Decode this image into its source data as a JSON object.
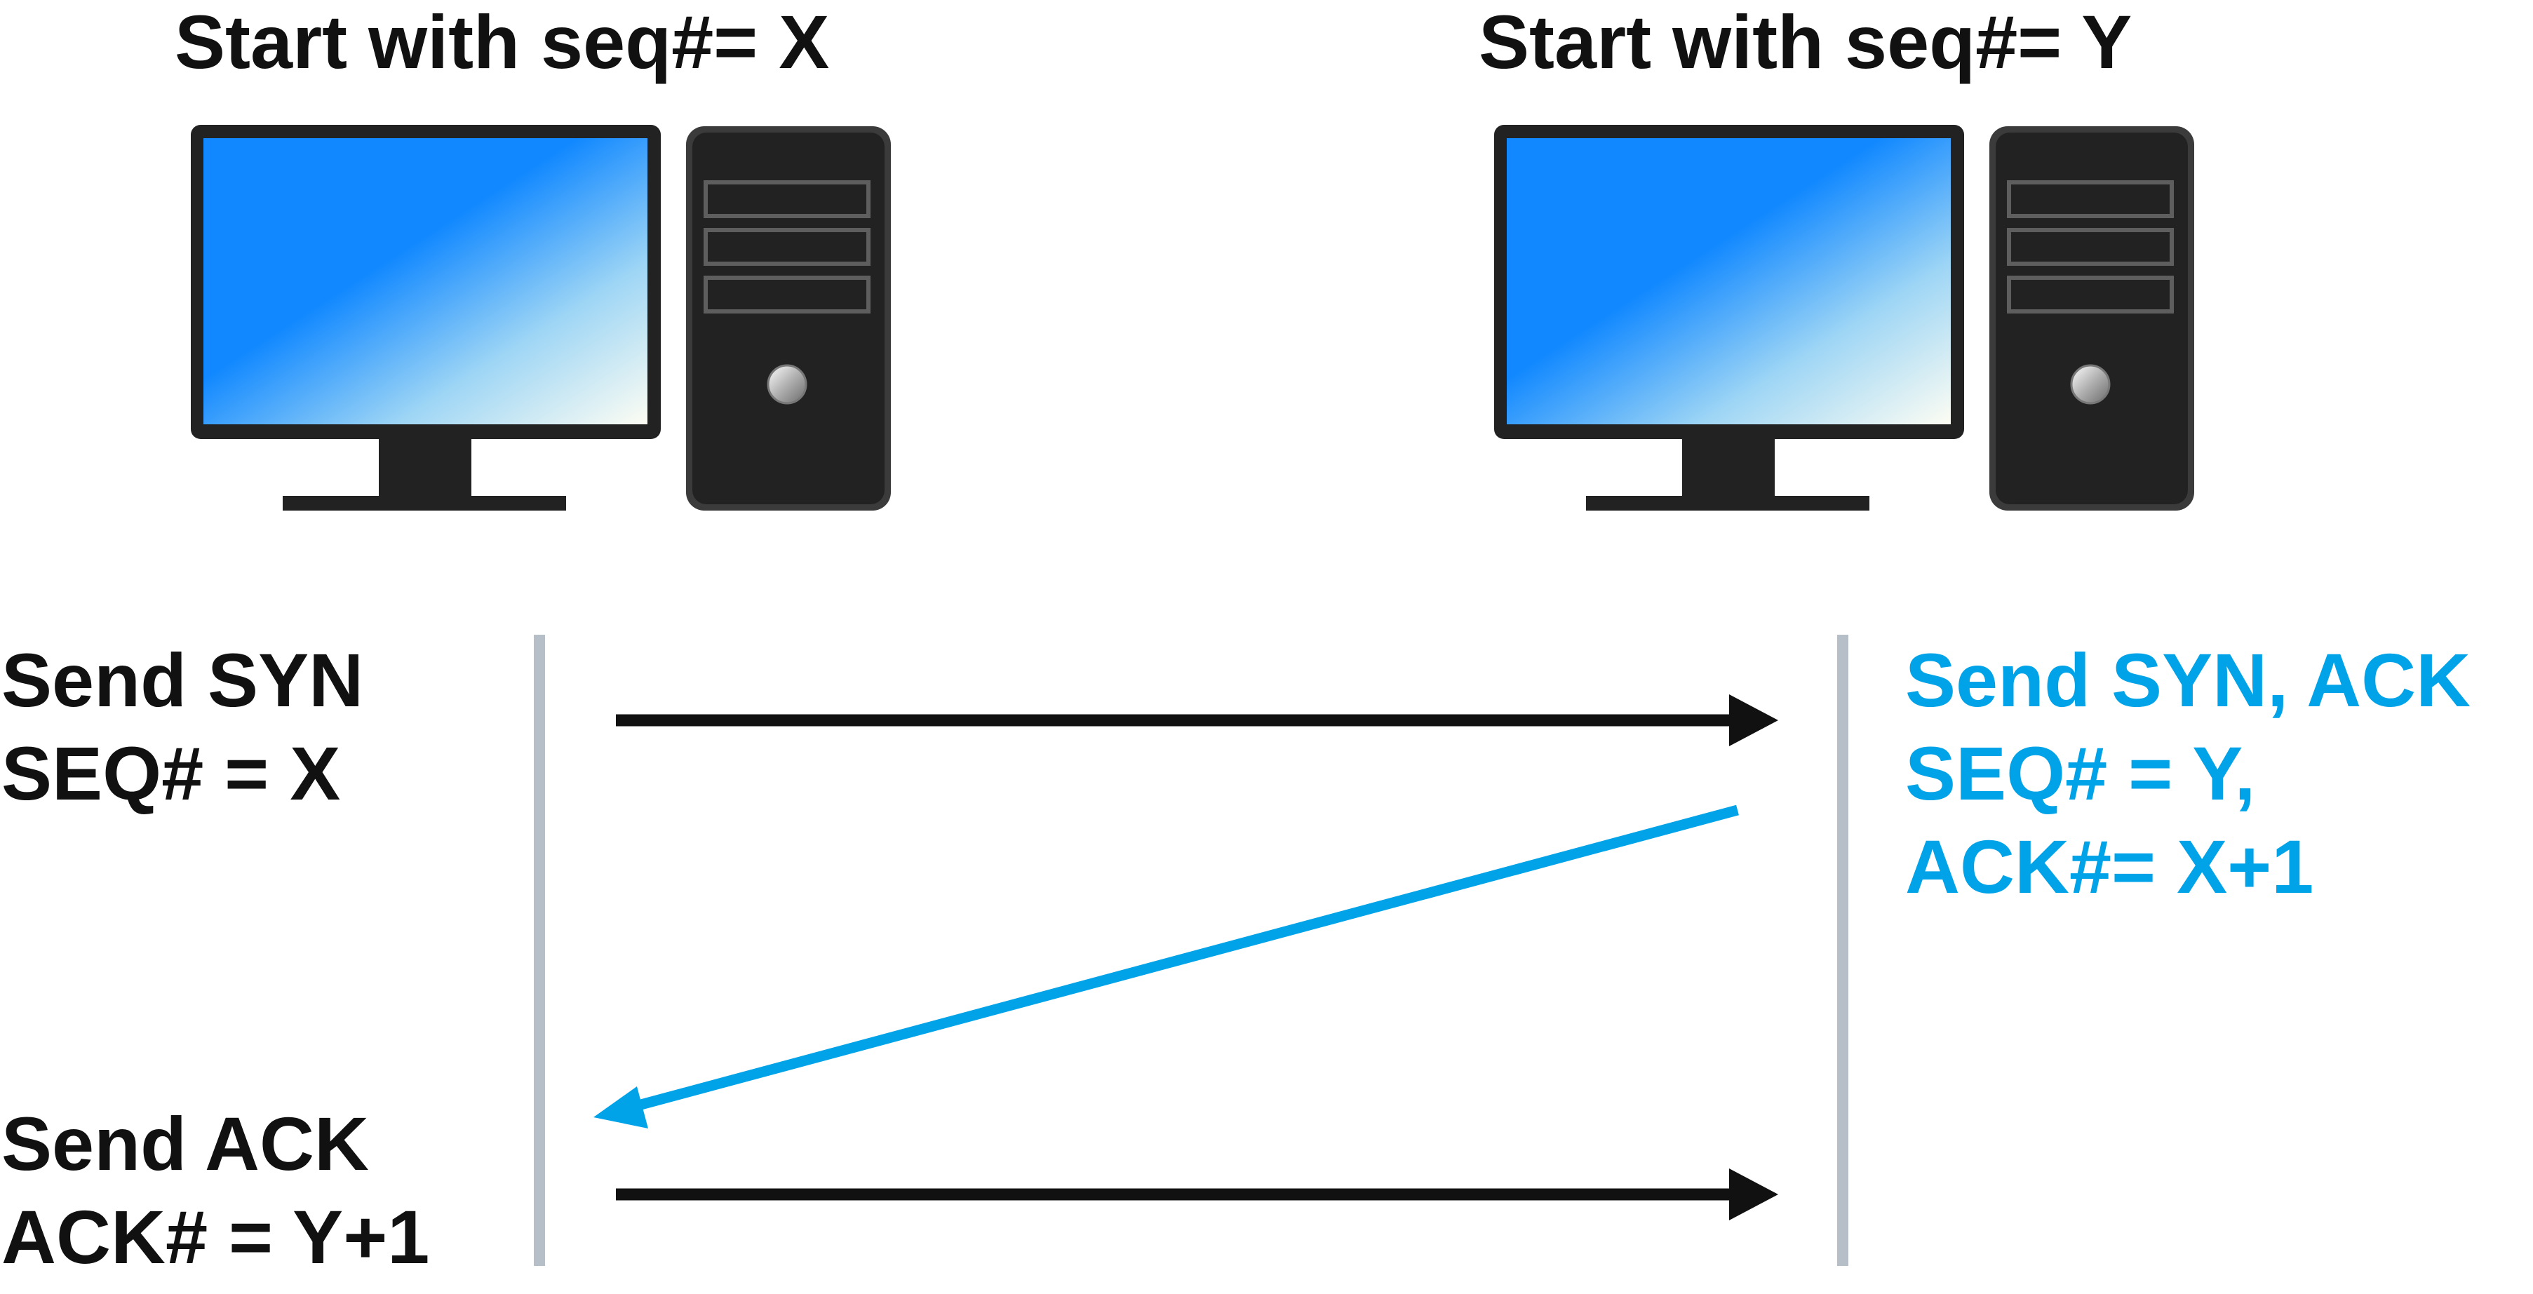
{
  "left_host": {
    "title": "Start with seq#= X",
    "device": "desktop-computer"
  },
  "right_host": {
    "title": "Start with seq#= Y",
    "device": "desktop-computer"
  },
  "steps": {
    "syn": {
      "line1": "Send SYN",
      "line2": "SEQ# = X"
    },
    "syn_ack": {
      "line1": "Send SYN, ACK",
      "line2": "SEQ# = Y,",
      "line3": "ACK#= X+1"
    },
    "ack": {
      "line1": "Send ACK",
      "line2": "ACK# = Y+1"
    }
  },
  "colors": {
    "text": "#111111",
    "accent": "#00a3e8",
    "timeline": "#b6bec8",
    "computer_body": "#222222",
    "screen_blue": "#1188ff"
  }
}
